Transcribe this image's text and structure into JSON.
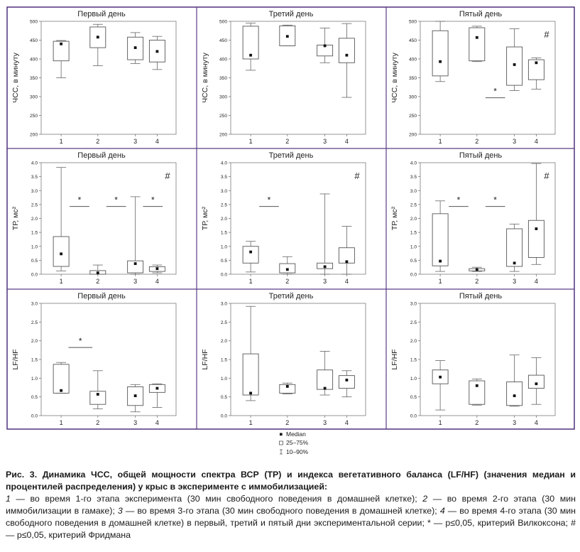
{
  "legend": {
    "median_label": "Median",
    "box_label": "25–75%",
    "whisker_label": "10–90%"
  },
  "caption": {
    "heading": "Рис. 3. Динамика ЧСС, общей мощности спектра ВСР (ТР) и индекса вегетативного баланса (LF/HF) (значения медиан и процентилей распределения) у крыс в эксперименте с иммобилизацией:",
    "n1": "1",
    "t1": " — во время 1-го этапа эксперимента (30 мин свободного поведения в домашней клетке); ",
    "n2": "2",
    "t2": " — во время 2-го этапа (30 мин иммобилизации в гамаке); ",
    "n3": "3",
    "t3": " — во время 3-го этапа (30 мин свободного поведения в домашней клетке); ",
    "n4": "4",
    "t4": " — во время 4-го этапа (30 мин свободного поведения в домашней клетке) в первый, третий и пятый дни экспериментальной серии; * — p≤0,05, критерий Вилкоксона; # — p≤0,05, критерий Фридмана"
  },
  "colors": {
    "frame": "#5a3e86",
    "axis": "#7a7a7a",
    "box_fill": "#ffffff",
    "median": "#111111"
  },
  "chart_data": [
    {
      "type": "box",
      "title": "Первый день",
      "ylabel": "ЧСС, в минуту",
      "ylim": [
        200,
        500
      ],
      "yticks": [
        200,
        250,
        300,
        350,
        400,
        450,
        500
      ],
      "categories": [
        "1",
        "2",
        "3",
        "4"
      ],
      "boxes": [
        {
          "median": 440,
          "q1": 395,
          "q3": 447,
          "p10": 350,
          "p90": 449
        },
        {
          "median": 458,
          "q1": 430,
          "q3": 485,
          "p10": 382,
          "p90": 492
        },
        {
          "median": 430,
          "q1": 398,
          "q3": 458,
          "p10": 388,
          "p90": 470
        },
        {
          "median": 420,
          "q1": 392,
          "q3": 450,
          "p10": 372,
          "p90": 460
        }
      ],
      "sig": [],
      "hash": false
    },
    {
      "type": "box",
      "title": "Третий день",
      "ylabel": "ЧСС, в минуту",
      "ylim": [
        200,
        500
      ],
      "yticks": [
        200,
        250,
        300,
        350,
        400,
        450,
        500
      ],
      "categories": [
        "1",
        "2",
        "3",
        "4"
      ],
      "boxes": [
        {
          "median": 410,
          "q1": 400,
          "q3": 487,
          "p10": 370,
          "p90": 495
        },
        {
          "median": 460,
          "q1": 435,
          "q3": 488,
          "p10": 435,
          "p90": 490
        },
        {
          "median": 435,
          "q1": 408,
          "q3": 437,
          "p10": 390,
          "p90": 482
        },
        {
          "median": 410,
          "q1": 390,
          "q3": 455,
          "p10": 298,
          "p90": 494
        }
      ],
      "sig": [],
      "hash": false
    },
    {
      "type": "box",
      "title": "Пятый день",
      "ylabel": "ЧСС, в минуту",
      "ylim": [
        200,
        500
      ],
      "yticks": [
        200,
        250,
        300,
        350,
        400,
        450,
        500
      ],
      "categories": [
        "1",
        "2",
        "3",
        "4"
      ],
      "boxes": [
        {
          "median": 393,
          "q1": 355,
          "q3": 475,
          "p10": 340,
          "p90": 500
        },
        {
          "median": 457,
          "q1": 395,
          "q3": 483,
          "p10": 393,
          "p90": 487
        },
        {
          "median": 385,
          "q1": 330,
          "q3": 432,
          "p10": 316,
          "p90": 480
        },
        {
          "median": 390,
          "q1": 345,
          "q3": 398,
          "p10": 320,
          "p90": 403
        }
      ],
      "sig": [
        {
          "from": 2,
          "to": 3,
          "y": 297
        }
      ],
      "hash": true
    },
    {
      "type": "box",
      "title": "Первый день",
      "ylabel": "ТР, мс²",
      "ylim": [
        0,
        4
      ],
      "yticks": [
        0.0,
        0.5,
        1.0,
        1.5,
        2.0,
        2.5,
        3.0,
        3.5,
        4.0
      ],
      "categories": [
        "1",
        "2",
        "3",
        "4"
      ],
      "boxes": [
        {
          "median": 0.73,
          "q1": 0.28,
          "q3": 1.35,
          "p10": 0.12,
          "p90": 3.83
        },
        {
          "median": 0.05,
          "q1": 0.0,
          "q3": 0.13,
          "p10": 0.0,
          "p90": 0.33
        },
        {
          "median": 0.38,
          "q1": 0.05,
          "q3": 0.48,
          "p10": 0.0,
          "p90": 2.78
        },
        {
          "median": 0.2,
          "q1": 0.1,
          "q3": 0.27,
          "p10": 0.05,
          "p90": 0.33
        }
      ],
      "sig": [
        {
          "from": 1,
          "to": 2,
          "y": 2.43
        },
        {
          "from": 2,
          "to": 3,
          "y": 2.43
        },
        {
          "from": 3,
          "to": 4,
          "y": 2.43
        }
      ],
      "hash": true
    },
    {
      "type": "box",
      "title": "Третий день",
      "ylabel": "ТР, мс²",
      "ylim": [
        0,
        4
      ],
      "yticks": [
        0.0,
        0.5,
        1.0,
        1.5,
        2.0,
        2.5,
        3.0,
        3.5,
        4.0
      ],
      "categories": [
        "1",
        "2",
        "3",
        "4"
      ],
      "boxes": [
        {
          "median": 0.8,
          "q1": 0.4,
          "q3": 1.0,
          "p10": 0.08,
          "p90": 1.18
        },
        {
          "median": 0.17,
          "q1": 0.05,
          "q3": 0.38,
          "p10": 0.0,
          "p90": 0.63
        },
        {
          "median": 0.27,
          "q1": 0.2,
          "q3": 0.4,
          "p10": 0.0,
          "p90": 2.88
        },
        {
          "median": 0.45,
          "q1": 0.4,
          "q3": 0.95,
          "p10": 0.0,
          "p90": 1.72
        }
      ],
      "sig": [
        {
          "from": 1,
          "to": 2,
          "y": 2.43
        }
      ],
      "hash": true
    },
    {
      "type": "box",
      "title": "Пятый день",
      "ylabel": "ТР, мс²",
      "ylim": [
        0,
        4
      ],
      "yticks": [
        0.0,
        0.5,
        1.0,
        1.5,
        2.0,
        2.5,
        3.0,
        3.5,
        4.0
      ],
      "categories": [
        "1",
        "2",
        "3",
        "4"
      ],
      "boxes": [
        {
          "median": 0.47,
          "q1": 0.3,
          "q3": 2.17,
          "p10": 0.1,
          "p90": 2.63
        },
        {
          "median": 0.17,
          "q1": 0.12,
          "q3": 0.2,
          "p10": 0.1,
          "p90": 0.25
        },
        {
          "median": 0.4,
          "q1": 0.28,
          "q3": 1.63,
          "p10": 0.1,
          "p90": 1.8
        },
        {
          "median": 1.63,
          "q1": 0.6,
          "q3": 1.93,
          "p10": 0.35,
          "p90": 3.97
        }
      ],
      "sig": [
        {
          "from": 1,
          "to": 2,
          "y": 2.43
        },
        {
          "from": 2,
          "to": 3,
          "y": 2.43
        }
      ],
      "hash": true
    },
    {
      "type": "box",
      "title": "Первый день",
      "ylabel": "LF/HF",
      "ylim": [
        0,
        3
      ],
      "yticks": [
        0.0,
        0.5,
        1.0,
        1.5,
        2.0,
        2.5,
        3.0
      ],
      "categories": [
        "1",
        "2",
        "3",
        "4"
      ],
      "boxes": [
        {
          "median": 0.67,
          "q1": 0.6,
          "q3": 1.37,
          "p10": 0.6,
          "p90": 1.42
        },
        {
          "median": 0.57,
          "q1": 0.3,
          "q3": 0.65,
          "p10": 0.18,
          "p90": 1.2
        },
        {
          "median": 0.53,
          "q1": 0.27,
          "q3": 0.77,
          "p10": 0.1,
          "p90": 0.83
        },
        {
          "median": 0.73,
          "q1": 0.62,
          "q3": 0.83,
          "p10": 0.22,
          "p90": 0.85
        }
      ],
      "sig": [
        {
          "from": 1.2,
          "to": 1.85,
          "y": 1.82
        }
      ],
      "hash": false
    },
    {
      "type": "box",
      "title": "Третий день",
      "ylabel": "LF/HF",
      "ylim": [
        0,
        3
      ],
      "yticks": [
        0.0,
        0.5,
        1.0,
        1.5,
        2.0,
        2.5,
        3.0
      ],
      "categories": [
        "1",
        "2",
        "3",
        "4"
      ],
      "boxes": [
        {
          "median": 0.6,
          "q1": 0.55,
          "q3": 1.65,
          "p10": 0.4,
          "p90": 2.92
        },
        {
          "median": 0.78,
          "q1": 0.6,
          "q3": 0.83,
          "p10": 0.58,
          "p90": 0.87
        },
        {
          "median": 0.73,
          "q1": 0.7,
          "q3": 1.22,
          "p10": 0.55,
          "p90": 1.72
        },
        {
          "median": 0.95,
          "q1": 0.73,
          "q3": 1.07,
          "p10": 0.5,
          "p90": 1.2
        }
      ],
      "sig": [],
      "hash": false
    },
    {
      "type": "box",
      "title": "Пятый день",
      "ylabel": "LF/HF",
      "ylim": [
        0,
        3
      ],
      "yticks": [
        0.0,
        0.5,
        1.0,
        1.5,
        2.0,
        2.5,
        3.0
      ],
      "categories": [
        "1",
        "2",
        "3",
        "4"
      ],
      "boxes": [
        {
          "median": 1.03,
          "q1": 0.85,
          "q3": 1.22,
          "p10": 0.15,
          "p90": 1.47
        },
        {
          "median": 0.8,
          "q1": 0.3,
          "q3": 0.93,
          "p10": 0.28,
          "p90": 0.98
        },
        {
          "median": 0.53,
          "q1": 0.27,
          "q3": 0.9,
          "p10": 0.25,
          "p90": 1.62
        },
        {
          "median": 0.85,
          "q1": 0.73,
          "q3": 1.08,
          "p10": 0.3,
          "p90": 1.55
        }
      ],
      "sig": [],
      "hash": false
    }
  ]
}
